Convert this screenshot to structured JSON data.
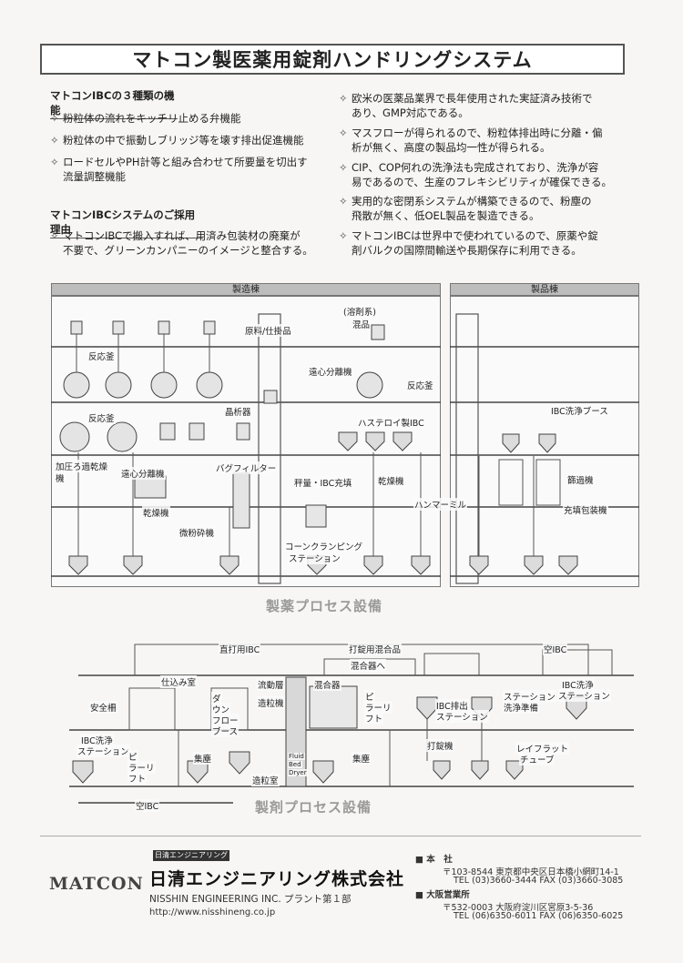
{
  "title": "マトコン製医薬用錠剤ハンドリングシステム",
  "left_section": {
    "heading1": "マトコンIBCの３種類の機能",
    "bullets1": [
      {
        "l1": "粉粒体の流れをキッチリ止める弁機能",
        "l2": ""
      },
      {
        "l1": "粉粒体の中で振動しブリッジ等を壊す排出促進機能",
        "l2": ""
      },
      {
        "l1": "ロードセルやPH計等と組み合わせて所要量を切出す",
        "l2": "流量調整機能"
      }
    ],
    "heading2": "マトコンIBCシステムのご採用理由",
    "bullets2": [
      {
        "l1": "マトコンIBCで搬入すれば、用済み包装材の廃棄が",
        "l2": "不要で、グリーンカンパニーのイメージと整合する。"
      }
    ]
  },
  "right_section": {
    "bullets": [
      {
        "l1": "欧米の医薬品業界で長年使用された実証済み技術で",
        "l2": "あり、GMP対応である。"
      },
      {
        "l1": "マスフローが得られるので、粉粒体排出時に分離・偏",
        "l2": "析が無く、高度の製品均一性が得られる。"
      },
      {
        "l1": "CIP、COP何れの洗浄法も完成されており、洗浄が容",
        "l2": "易であるので、生産のフレキシビリティが確保できる。"
      },
      {
        "l1": "実用的な密閉系システムが構築できるので、粉塵の",
        "l2": "飛散が無く、低OEL製品を製造できる。"
      },
      {
        "l1": "マトコンIBCは世界中で使われているので、原薬や錠",
        "l2": "剤バルクの国際間輸送や長期保存に利用できる。"
      }
    ]
  },
  "diagram1": {
    "building_a": "製造棟",
    "building_b": "製品棟",
    "caption": "製薬プロセス設備",
    "labels": {
      "raw_material": "原料/仕掛品",
      "solvent": "(溶剤系)",
      "mixed": "混品",
      "reactor1": "反応釜",
      "reactor2": "反応釜",
      "reactor3": "反応釜",
      "centrifuge_top": "遠心分離機",
      "crystallizer": "晶析器",
      "hastelloy": "ハステロイ製IBC",
      "pressure_filter": "加圧ろ過乾燥",
      "machine": "機",
      "centrifuge": "遠心分離機",
      "bag_filter": "バグフィルター",
      "dryer": "乾燥機",
      "fine_mill": "微粉砕機",
      "weigh": "秤量・IBC充填",
      "dryer2": "乾燥機",
      "hammer": "ハンマーミル",
      "cone1": "コーンクランピング",
      "cone2": "ステーション",
      "ibc_booth": "IBC洗浄ブース",
      "sieve": "篩過機",
      "pack": "充填包装機"
    }
  },
  "diagram2": {
    "caption": "製剤プロセス設備",
    "labels": {
      "direct_ibc": "直打用IBC",
      "tablet_mix": "打錠用混合品",
      "empty_ibc_top": "空IBC",
      "to_mixer": "混合器へ",
      "prep_room": "仕込み室",
      "fluid1": "流動層",
      "fluid2": "造粒機",
      "mixer": "混合器",
      "safety": "安全柵",
      "down1": "ダ",
      "down2": "ウン",
      "down3": "フロー",
      "down4": "ブース",
      "ibc_wash1": "IBC洗浄",
      "ibc_wash2": "ステーション",
      "pillar1": "ピ",
      "pillar2": "ラーリ",
      "pillar3": "フト",
      "ibc_out1": "IBC排出",
      "ibc_out2": "ステーション",
      "station1": "ステーション",
      "station2": "洗浄準備",
      "ibc_wash_r1": "IBC洗浄",
      "ibc_wash_r2": "ステーション",
      "dust1": "集塵",
      "dust2": "集塵",
      "granule_room": "造粒室",
      "tablet_press": "打錠機",
      "layflat1": "レイフラット",
      "layflat2": "チューブ",
      "pillar_l1": "ピ",
      "pillar_l2": "ラーリ",
      "pillar_l3": "フト",
      "empty_ibc_bottom": "空IBC",
      "fluid_bed1": "Fluid",
      "fluid_bed2": "Bed",
      "fluid_bed3": "Dryer"
    }
  },
  "footer": {
    "brand": "MATCON",
    "company_tag": "日清エンジニアリング",
    "company_jp": "日清エンジニアリング株式会社",
    "company_en": "NISSHIN ENGINEERING INC.  プラント第１部",
    "url": "http://www.nisshineng.co.jp",
    "hq_label": "本　社",
    "hq_addr": "〒103-8544  東京都中央区日本橋小網町14-1",
    "hq_tel": "TEL (03)3660-3444    FAX (03)3660-3085",
    "osaka_label": "大阪営業所",
    "osaka_addr": "〒532-0003  大阪府淀川区宮原3-5-36",
    "osaka_tel": "TEL (06)6350-6011    FAX (06)6350-6025"
  }
}
